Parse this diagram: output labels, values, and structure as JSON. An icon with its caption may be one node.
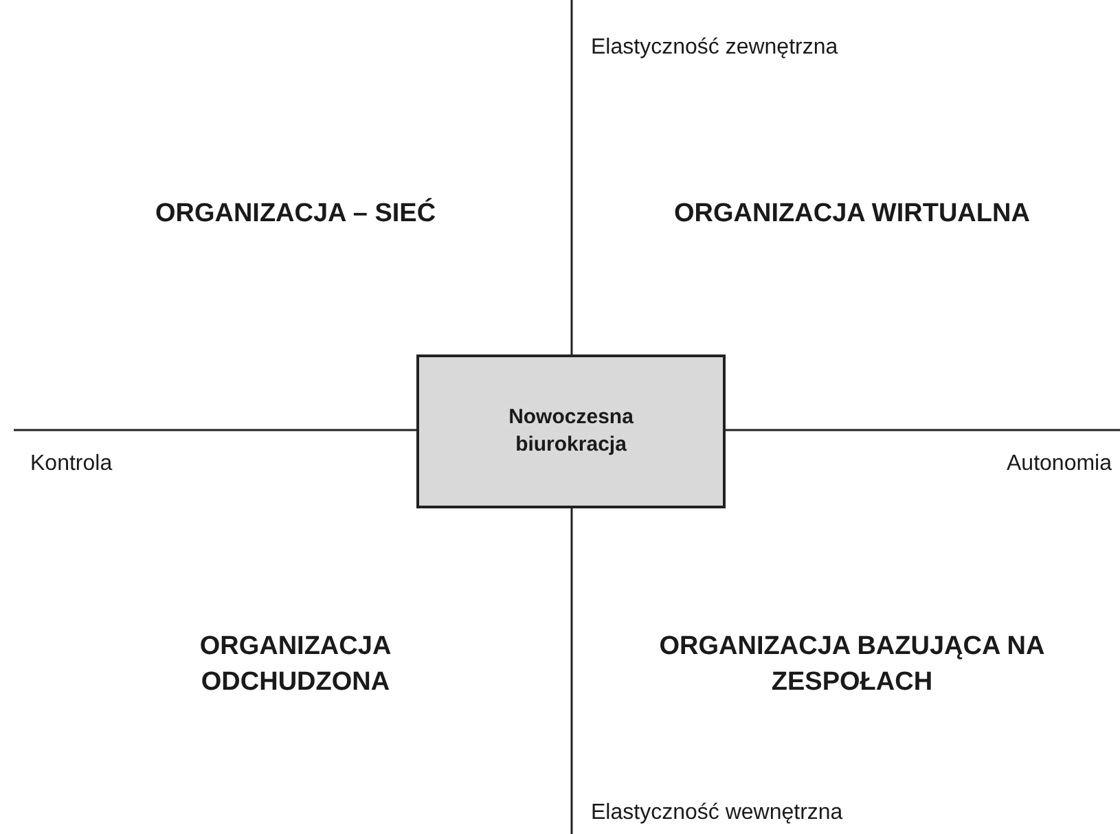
{
  "diagram": {
    "nodes": [
      {
        "text": [
          "Nowoczesna biurokracja"
        ]
      }
    ],
    "labels": [
      "Elastyczność zewnętrzna",
      "ORGANIZACJA – SIEĆ",
      "ORGANIZACJA WIRTUALNA",
      "Kontrola",
      "Autonomia",
      "ORGANIZACJA ODCHUDZONA",
      "ORGANIZACJA BAZUJĄCA NA ZESPOŁACH",
      "Elastyczność wewnętrzna"
    ]
  }
}
